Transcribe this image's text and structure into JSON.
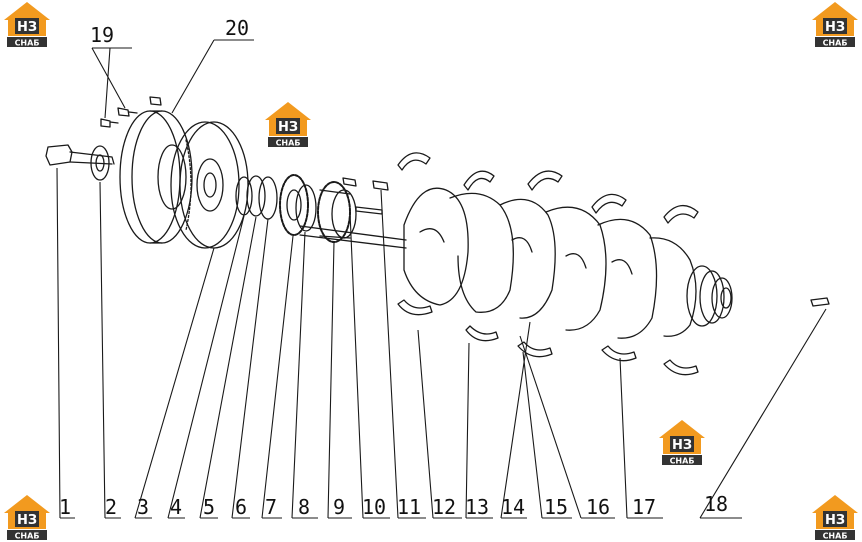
{
  "diagram": {
    "callouts": [
      "1",
      "2",
      "3",
      "4",
      "5",
      "6",
      "7",
      "8",
      "9",
      "10",
      "11",
      "12",
      "13",
      "14",
      "15",
      "16",
      "17",
      "18",
      "19",
      "20"
    ],
    "line_color": "#1a1a1a"
  },
  "watermark": {
    "logo_top": "НЗ",
    "logo_bottom": "СНАБ",
    "colors": {
      "orange": "#f29a1f",
      "dark": "#333333",
      "white": "#ffffff"
    }
  }
}
